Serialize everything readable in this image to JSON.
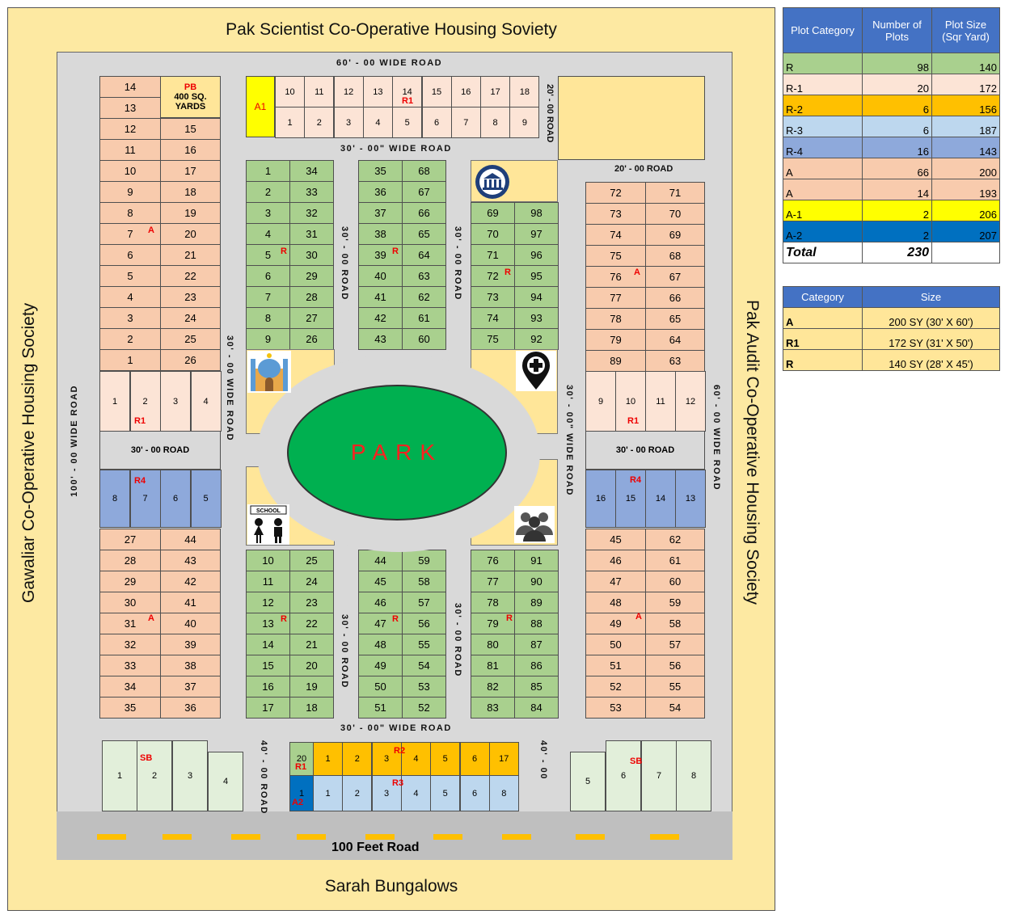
{
  "titles": {
    "top": "Pak Scientist Co-Operative Housing Soviety",
    "left": "Gawaliar Co-Operative Housing Society",
    "right": "Pak Audit Co-Operative Housing Society",
    "bottom": "Sarah Bungalows"
  },
  "roads": {
    "top": "60' - 00 WIDE ROAD",
    "upper": "30' - 00\"  WIDE ROAD",
    "lower": "30' - 00\"  WIDE ROAD",
    "main": "100 Feet Road",
    "left": "100' - 00  WIDE  ROAD",
    "right": "60' - 00  WIDE  ROAD",
    "inner_left": "30' - 00  WIDE  ROAD",
    "inner_right": "30' - 00\"  WIDE  ROAD",
    "small": "30' - 00 ROAD",
    "corner": "20' - 00 ROAD",
    "corner_v": "20' - 00 ROAD",
    "bottom_left": "40' - 00 ROAD",
    "bottom_right": "40' - 00",
    "side_left": "30' - 00 ROAD",
    "side_right": "30' - 00 ROAD"
  },
  "park": "PARK",
  "pb": {
    "code": "PB",
    "text": "400 SQ. YARDS"
  },
  "labels": {
    "A": "A",
    "R": "R",
    "R1": "R1",
    "R2": "R2",
    "R3": "R3",
    "R4": "R4",
    "A1": "A1",
    "A2": "A2",
    "SB": "SB",
    "school": "SCHOOL"
  },
  "table1": {
    "headers": [
      "Plot Category",
      "Number of Plots",
      "Plot Size (Sqr Yard)"
    ],
    "rows": [
      [
        "R",
        "98",
        "140"
      ],
      [
        "R-1",
        "20",
        "172"
      ],
      [
        "R-2",
        "6",
        "156"
      ],
      [
        "R-3",
        "6",
        "187"
      ],
      [
        "R-4",
        "16",
        "143"
      ],
      [
        "A",
        "66",
        "200"
      ],
      [
        "A",
        "14",
        "193"
      ],
      [
        "A-1",
        "2",
        "206"
      ],
      [
        "A-2",
        "2",
        "207"
      ]
    ],
    "total_label": "Total",
    "total": "230",
    "colors": [
      "#a9d08e",
      "#fce4d6",
      "#ffc000",
      "#bdd7ee",
      "#8ea9db",
      "#f8cbad",
      "#f8cbad",
      "#ffff00",
      "#0070c0"
    ]
  },
  "table2": {
    "headers": [
      "Category",
      "Size"
    ],
    "rows": [
      [
        "A",
        "200 SY (30' X 60')"
      ],
      [
        "R1",
        "172 SY (31' X 50')"
      ],
      [
        "R",
        "140 SY (28' X 45')"
      ]
    ]
  }
}
